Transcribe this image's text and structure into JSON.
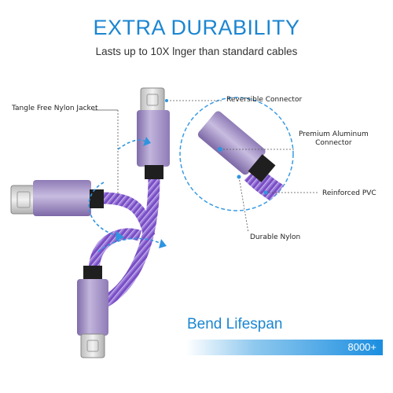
{
  "header": {
    "title": "EXTRA DURABILITY",
    "subtitle": "Lasts up to 10X lnger than standard cables"
  },
  "callouts": {
    "tangle_free": "Tangle Free Nylon Jacket",
    "reversible": "Reversible Connector",
    "premium_line1": "Premium Aluminum",
    "premium_line2": "Connector",
    "reinforced": "Reinforced PVC",
    "durable": "Durable Nylon"
  },
  "bend": {
    "title": "Bend Lifespan",
    "value": "8000+"
  },
  "colors": {
    "accent_blue": "#1b86d1",
    "nylon_purple": "#7b4fc2",
    "connector_purple": "#9d8bbf"
  }
}
